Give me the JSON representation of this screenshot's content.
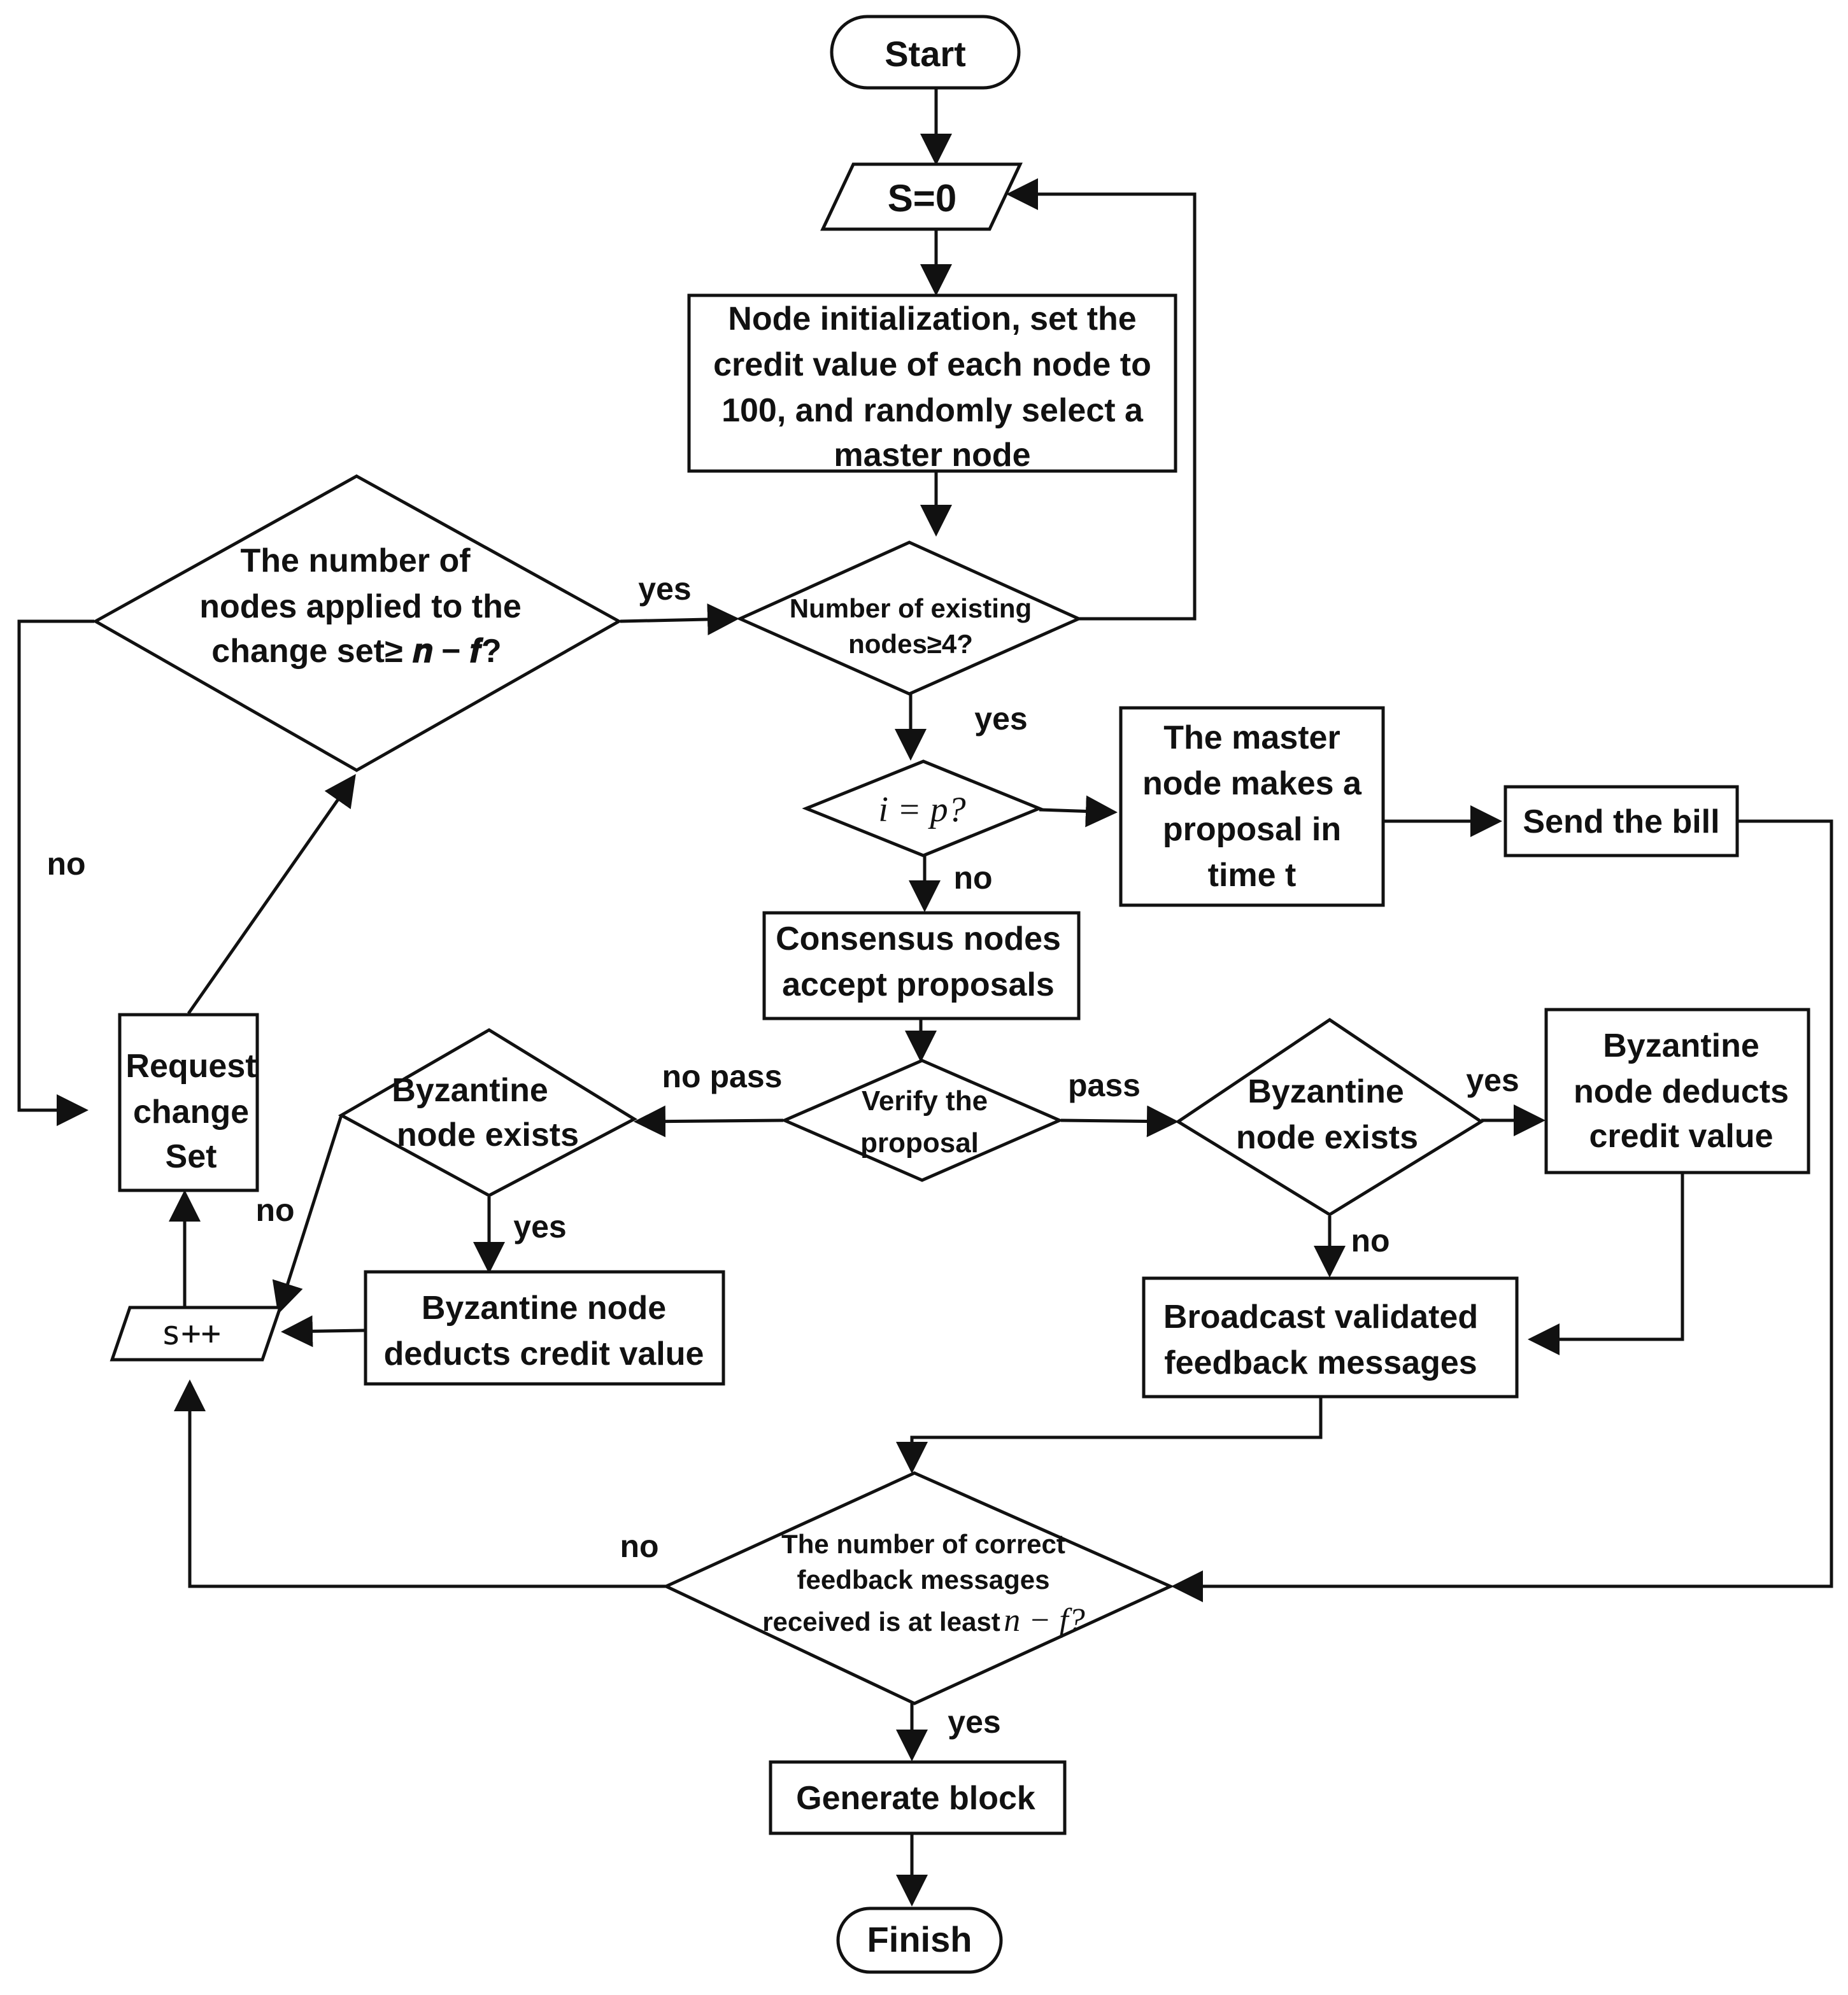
{
  "nodes": {
    "start": "Start",
    "s_zero": "S=0",
    "init": [
      "Node initialization, set the",
      "credit value of each node to",
      "100, and randomly select a",
      "master node"
    ],
    "existing": [
      "Number of existing",
      "nodes≥4?"
    ],
    "change_set_check": [
      "The number of",
      "nodes applied to the",
      "change set≥ 𝒏 − 𝒇?"
    ],
    "i_eq_p": "i = p?",
    "master_proposal": [
      "The master",
      "node makes a",
      "proposal in",
      "time t"
    ],
    "send_bill": "Send the bill",
    "consensus": [
      "Consensus nodes",
      "accept proposals"
    ],
    "verify": [
      "Verify the",
      "proposal"
    ],
    "byz_left": [
      "Byzantine",
      "node exists"
    ],
    "byz_right": [
      "Byzantine",
      "node exists"
    ],
    "request_change": [
      "Request",
      "change",
      "Set"
    ],
    "s_inc": "s++",
    "deduct_left": [
      "Byzantine node",
      "deducts credit value"
    ],
    "deduct_right": [
      "Byzantine",
      "node deducts",
      "credit value"
    ],
    "broadcast": [
      "Broadcast validated",
      "feedback messages"
    ],
    "feedback_check": [
      "The number of correct",
      "feedback messages",
      "received is at least",
      "n − f?"
    ],
    "generate": "Generate block",
    "finish": "Finish"
  },
  "edge_labels": {
    "yes_change_to_existing": "yes",
    "yes_existing_to_ieqp": "yes",
    "no_change_set": "no",
    "no_ieqp": "no",
    "no_pass": "no pass",
    "pass": "pass",
    "yes_byz_left": "yes",
    "no_byz_left": "no",
    "yes_byz_right": "yes",
    "no_byz_right": "no",
    "no_feedback": "no",
    "yes_feedback": "yes"
  }
}
